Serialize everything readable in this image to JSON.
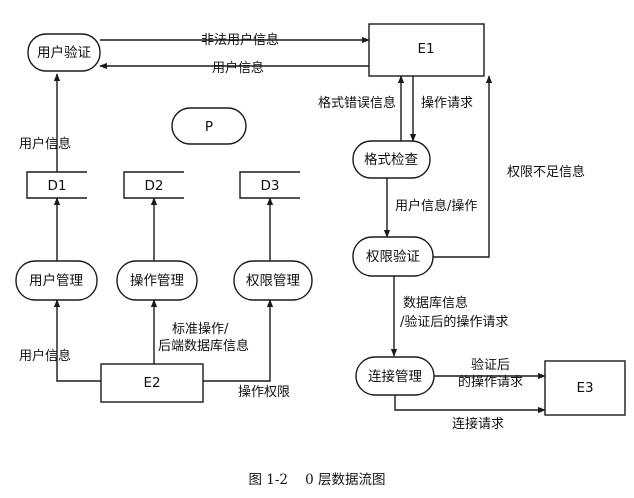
{
  "nodes": {
    "user_verify": "用户验证",
    "e1": "E1",
    "p": "P",
    "format_check": "格式检查",
    "d1": "D1",
    "d2": "D2",
    "d3": "D3",
    "user_mgmt": "用户管理",
    "op_mgmt": "操作管理",
    "perm_mgmt": "权限管理",
    "perm_verify": "权限验证",
    "e2": "E2",
    "conn_mgmt": "连接管理",
    "e3": "E3"
  },
  "flows": {
    "illegal_user_info": "非法用户信息",
    "user_info_e1": "用户信息",
    "format_error": "格式错误信息",
    "op_request": "操作请求",
    "user_info_d1": "用户信息",
    "perm_insufficient": "权限不足信息",
    "user_info_op": "用户信息/操作",
    "db_info_line1": "数据库信息",
    "db_info_line2": "/验证后的操作请求",
    "std_op_line1": "标准操作/",
    "std_op_line2": "后端数据库信息",
    "user_info_e2": "用户信息",
    "op_perm": "操作权限",
    "verified_line1": "验证后",
    "verified_line2": "的操作请求",
    "conn_request": "连接请求"
  },
  "caption": "图 1-2    0 层数据流图"
}
